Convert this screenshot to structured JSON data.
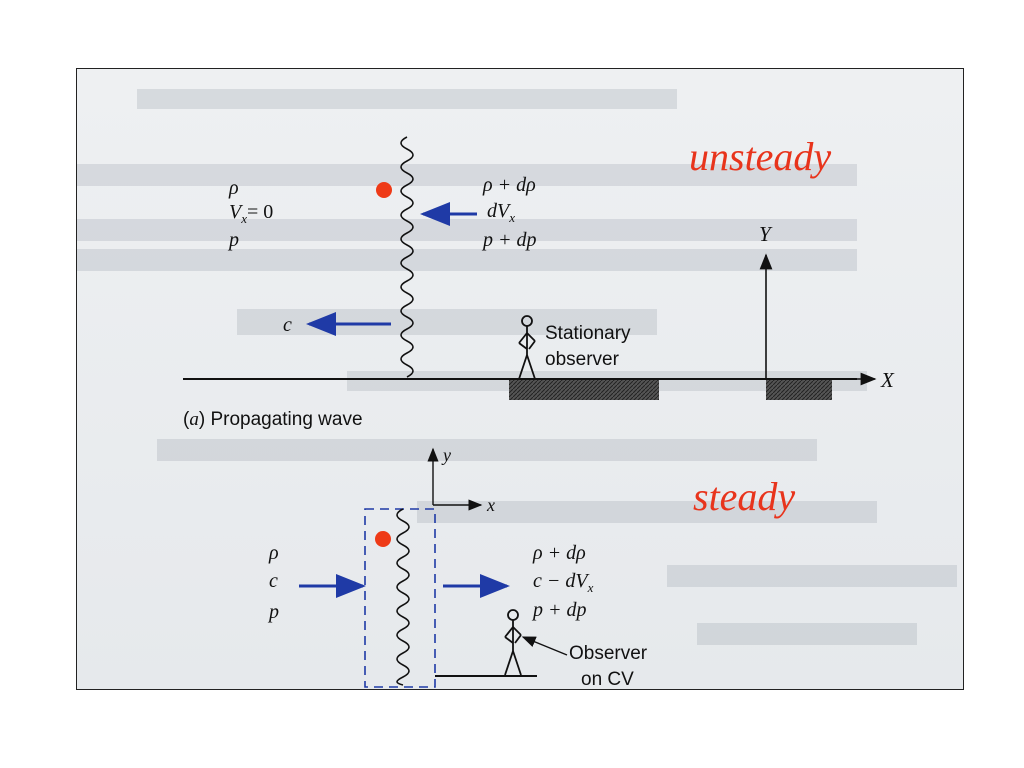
{
  "labels": {
    "unsteady": "unsteady",
    "steady": "steady"
  },
  "part_a": {
    "left_state": [
      "ρ",
      "V",
      "x",
      "= 0",
      "p"
    ],
    "right_state": [
      "ρ + dρ",
      "dV",
      "x",
      "p + dp"
    ],
    "wave_speed": "c",
    "observer": [
      "Stationary",
      "observer"
    ],
    "caption_prefix": "(a)",
    "caption_text": "Propagating wave"
  },
  "axes_big": {
    "y": "Y",
    "x": "X"
  },
  "part_b": {
    "left_state": [
      "ρ",
      "c",
      "p"
    ],
    "right_state": [
      "ρ + dρ",
      "c − dV",
      "x",
      "p + dp"
    ],
    "observer": [
      "Observer",
      "on CV"
    ],
    "axis_y": "y",
    "axis_x": "x"
  },
  "colors": {
    "arrow": "#1f3aa6",
    "marker": "#ee3a17",
    "label": "#e8341c",
    "ground": "#555555"
  }
}
